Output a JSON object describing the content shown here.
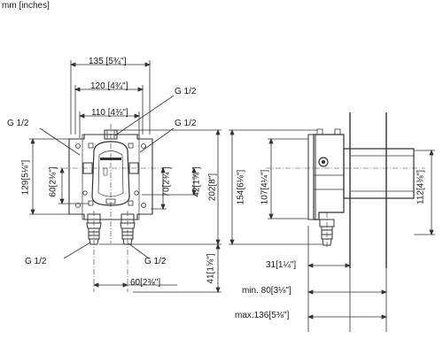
{
  "units": "mm [inches]",
  "threads": {
    "top": "G 1/2",
    "left": "G 1/2",
    "right": "G 1/2",
    "bottom_left": "G 1/2",
    "bottom_right": "G 1/2"
  },
  "front": {
    "width_135": {
      "mm": "135",
      "in": "5¾\""
    },
    "width_120": {
      "mm": "120",
      "in": "4¾\""
    },
    "width_110": {
      "mm": "110",
      "in": "4⅜\""
    },
    "height_129": {
      "mm": "129",
      "in": "5⅛\""
    },
    "height_60": {
      "mm": "60",
      "in": "2⅜\""
    },
    "height_70": {
      "mm": "70",
      "in": "2¾\""
    },
    "height_42": {
      "mm": "42",
      "in": "1⅝\""
    },
    "height_202": {
      "mm": "202",
      "in": "8\""
    },
    "height_41": {
      "mm": "41",
      "in": "1⅝\""
    },
    "spacing_60": {
      "mm": "60",
      "in": "2⅜\""
    }
  },
  "side": {
    "height_154": {
      "mm": "154",
      "in": "6⅛\""
    },
    "height_107": {
      "mm": "107",
      "in": "4¼\""
    },
    "height_112": {
      "mm": "112",
      "in": "4⅜\""
    },
    "depth_31": {
      "mm": "31",
      "in": "1¼\""
    },
    "depth_min80": {
      "mm": "min. 80",
      "in": "3⅛\""
    },
    "depth_max136": {
      "mm": "max.136",
      "in": "5⅜\""
    }
  }
}
